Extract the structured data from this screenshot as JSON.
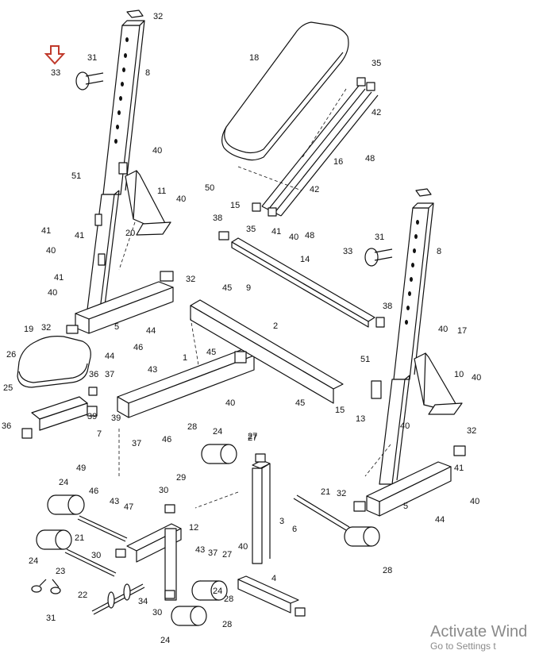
{
  "callouts": [
    "32",
    "8",
    "31",
    "33",
    "18",
    "35",
    "42",
    "16",
    "48",
    "40",
    "11",
    "51",
    "40",
    "50",
    "41",
    "42",
    "15",
    "20",
    "41",
    "40",
    "38",
    "35",
    "48",
    "41",
    "40",
    "41",
    "40",
    "32",
    "14",
    "31",
    "33",
    "8",
    "40",
    "9",
    "45",
    "5",
    "44",
    "38",
    "2",
    "19",
    "32",
    "46",
    "40",
    "17",
    "26",
    "36",
    "43",
    "1",
    "45",
    "44",
    "37",
    "10",
    "25",
    "40",
    "36",
    "39",
    "45",
    "51",
    "15",
    "7",
    "13",
    "28",
    "24",
    "27",
    "40",
    "32",
    "39",
    "49",
    "37",
    "46",
    "29",
    "41",
    "40",
    "30",
    "24",
    "46",
    "43",
    "47",
    "21",
    "3",
    "32",
    "5",
    "44",
    "28",
    "12",
    "6",
    "21",
    "30",
    "43",
    "37",
    "27",
    "40",
    "24",
    "24",
    "4",
    "23",
    "22",
    "34",
    "28",
    "30",
    "31",
    "24",
    "27",
    "28"
  ],
  "watermark": {
    "line1": "Activate Wind",
    "line2": "Go to Settings t"
  },
  "colors": {
    "line": "#111111",
    "arrow": "#c0392b"
  }
}
